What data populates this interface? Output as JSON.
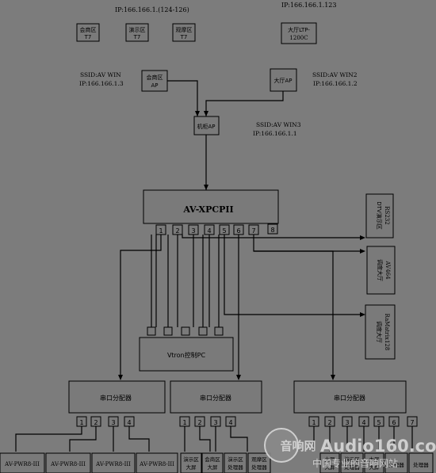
{
  "labels": {
    "ip_top_left": "IP:166.166.1.(124-126)",
    "ip_top_right": "IP:166.166.1.123",
    "t7_meeting": [
      "会商区",
      "T7"
    ],
    "t7_demo": [
      "演示区",
      "T7"
    ],
    "t7_view": [
      "观摩区",
      "T7"
    ],
    "ltp_hall": [
      "大厅LTP-",
      "1200C"
    ],
    "ssid_win": "SSID:AV WIN",
    "ip_win": "IP:166.166.1.3",
    "ap_meeting": [
      "会商区",
      "AP"
    ],
    "ap_hall": "大厅AP",
    "ssid_win2": "SSID:AV WIN2",
    "ip_win2": "IP:166.166.1.2",
    "ap_room": "机柜AP",
    "ssid_win3": "SSID:AV WIN3",
    "ip_win3": "IP:166.166.1.1",
    "main": "AV-XPCPII",
    "ports": [
      "1",
      "2",
      "3",
      "4",
      "5",
      "6",
      "7",
      "8"
    ],
    "side_dtv": [
      "DTV演示区",
      "RS232"
    ],
    "side_mtx1": [
      "调度大厅",
      "AV464"
    ],
    "side_mtx2": [
      "调度大厅",
      "RaMatrix128"
    ],
    "vtron": "Vtron控制PC",
    "splitter": "串口分配器",
    "sp_ports4": [
      "1",
      "2",
      "3",
      "4"
    ],
    "sp_ports7": [
      "1",
      "2",
      "3",
      "4",
      "5",
      "6",
      "7"
    ],
    "pwr": [
      "AV-PWR8-III",
      "AV-PWR8-III",
      "AV-PWR8-III",
      "AV-PWR8-III"
    ],
    "mid_out": [
      [
        "演示区",
        "大屏"
      ],
      [
        "会商区",
        "大屏"
      ],
      [
        "演示区",
        "处理器"
      ],
      [
        "观摩区",
        "处理器"
      ]
    ],
    "right_out": [
      [
        "大厅",
        "大屏"
      ],
      [
        "演示区",
        "处理器"
      ],
      [
        "大厅",
        "大屏"
      ],
      [
        "处理器"
      ],
      [
        "处理器"
      ]
    ],
    "watermark1": "音响网",
    "watermark2": "Audio160.com",
    "watermark3": "中国专业的音响网站"
  }
}
